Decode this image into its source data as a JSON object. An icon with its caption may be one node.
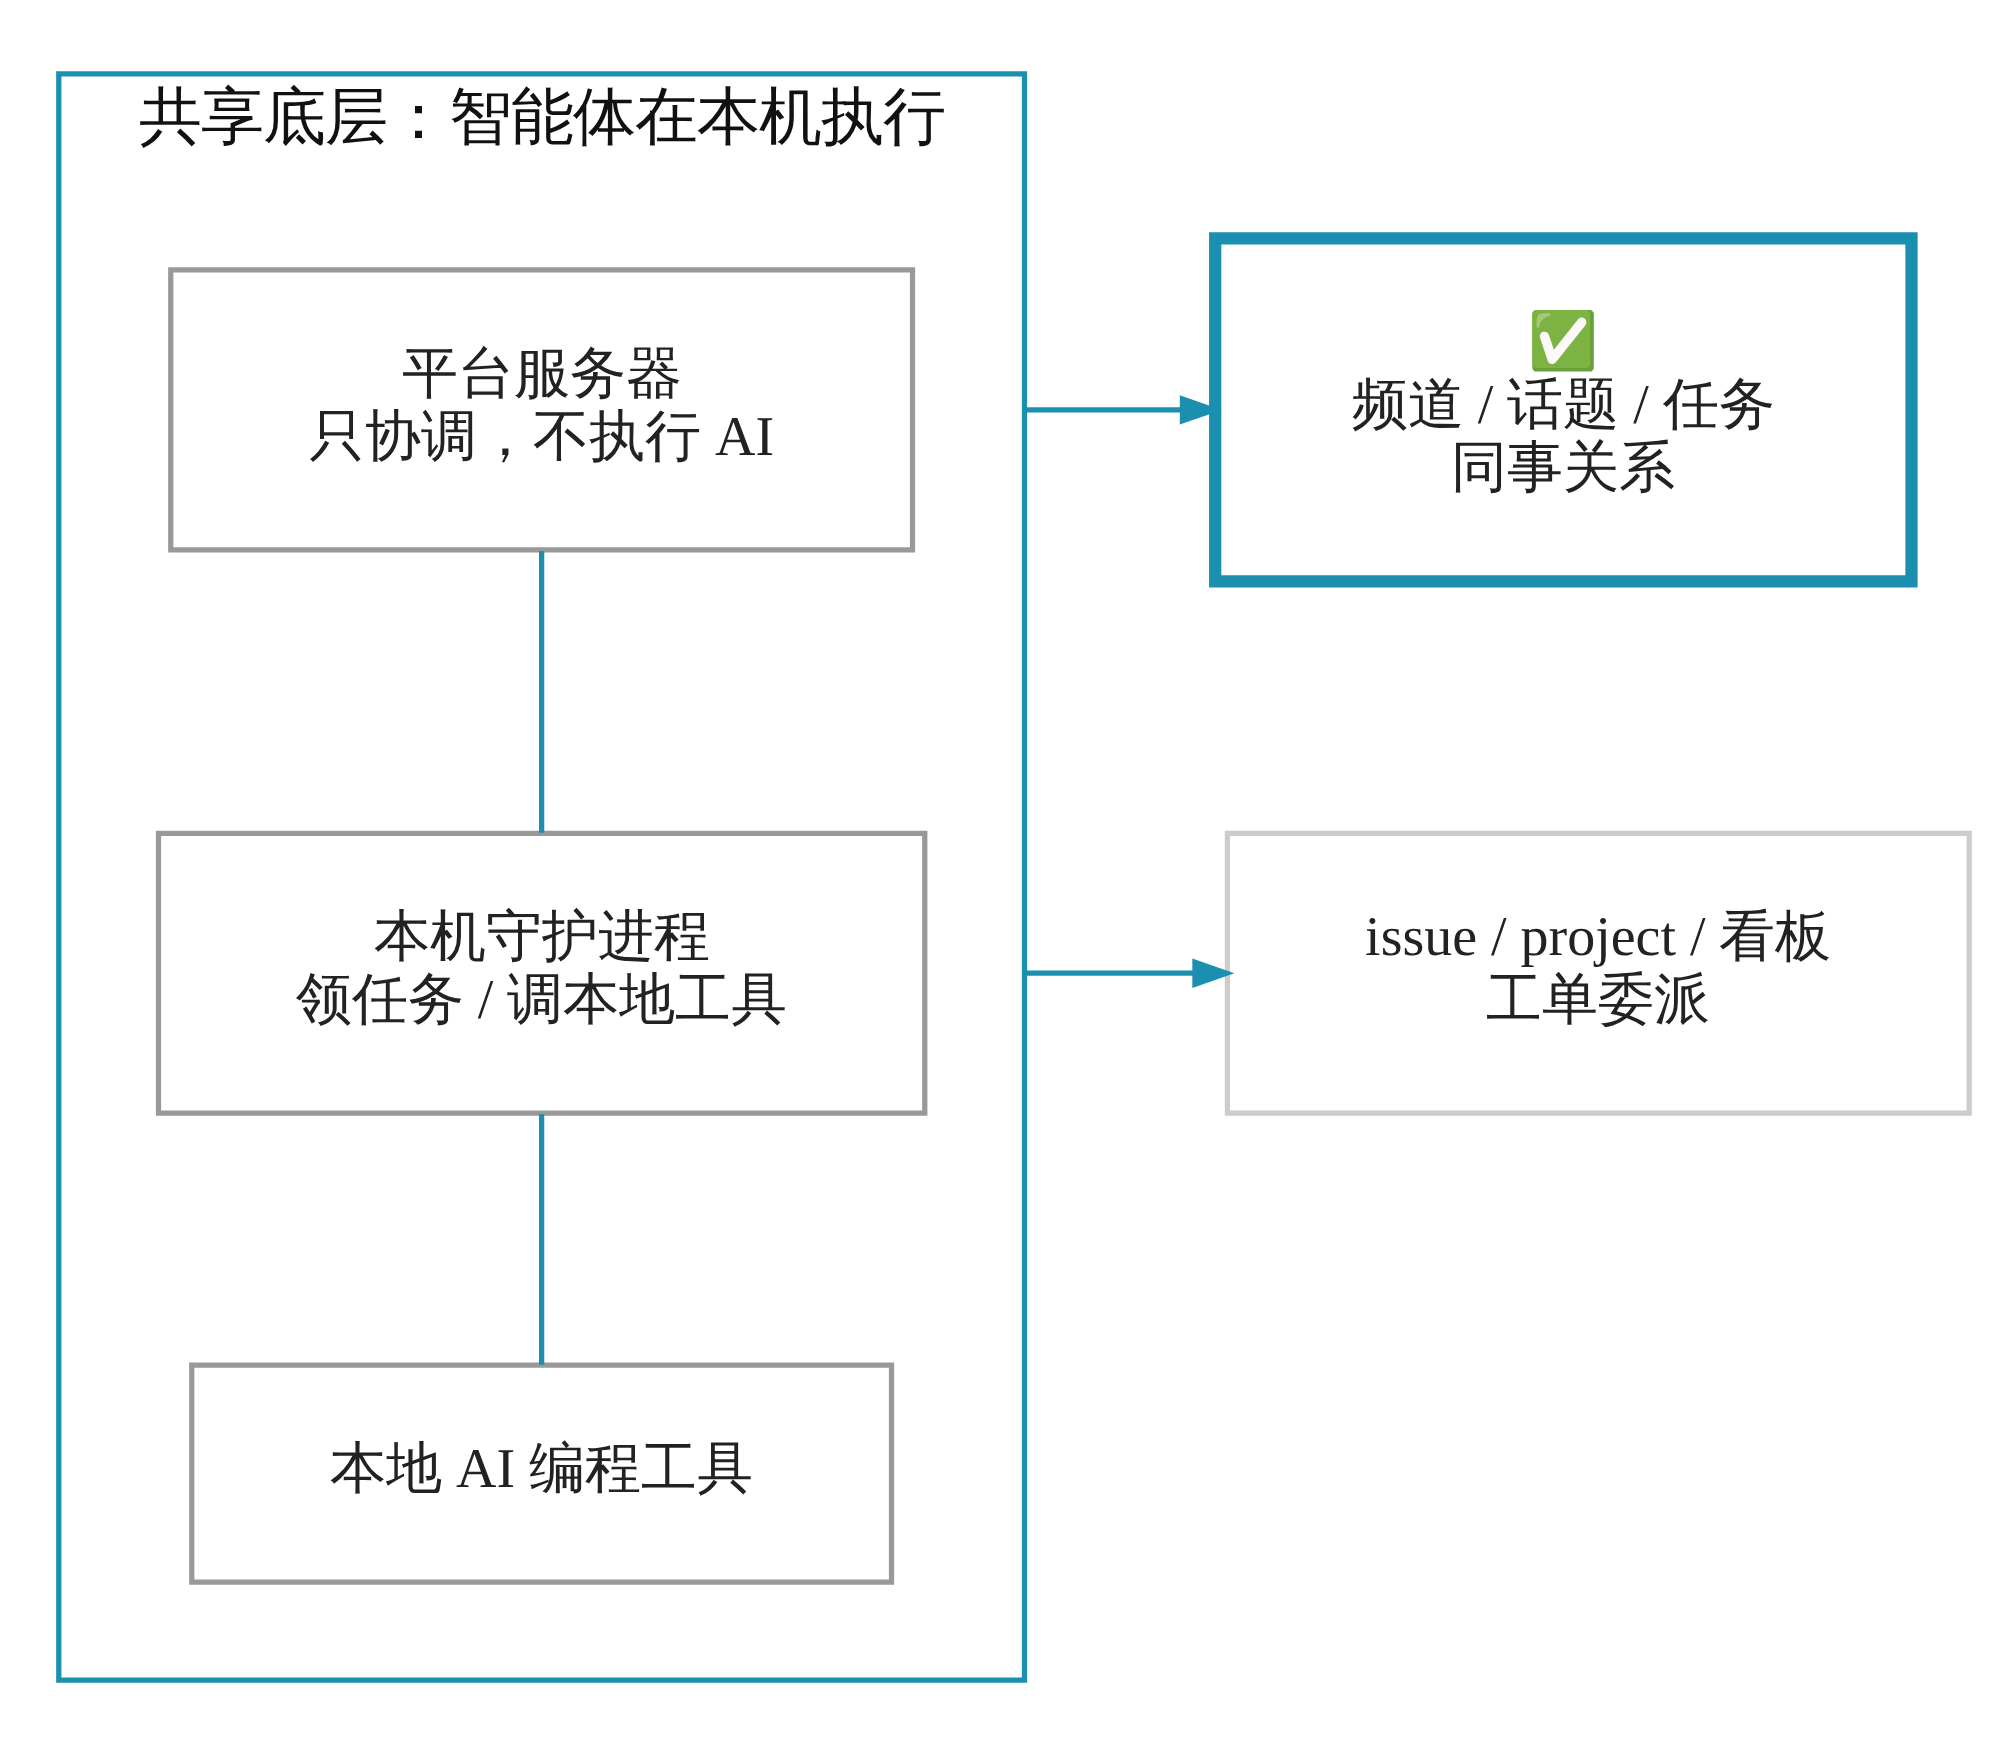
{
  "diagram": {
    "nodes": [
      {
        "text": [
          "共享底层：智能体在本机执行"
        ]
      },
      {
        "text": [
          "平台服务器",
          "只协调，不执行 AI"
        ],
        "in": 0
      },
      {
        "text": [
          "本机守护进程",
          "领任务 / 调本地工具"
        ],
        "in": 0
      },
      {
        "text": [
          "本地 AI 编程工具"
        ],
        "in": 0
      },
      {
        "text": [
          "✅",
          "频道 / 话题 / 任务",
          "同事关系"
        ]
      },
      {
        "text": [
          "issue / project / 看板",
          "工单委派"
        ]
      }
    ],
    "edges": [
      {
        "from": 1,
        "to": 2,
        "arrow": "none"
      },
      {
        "from": 2,
        "to": 3,
        "arrow": "none"
      },
      {
        "from": 0,
        "to": 4,
        "arrow": "to"
      },
      {
        "from": 0,
        "to": 5,
        "arrow": "to"
      }
    ]
  }
}
